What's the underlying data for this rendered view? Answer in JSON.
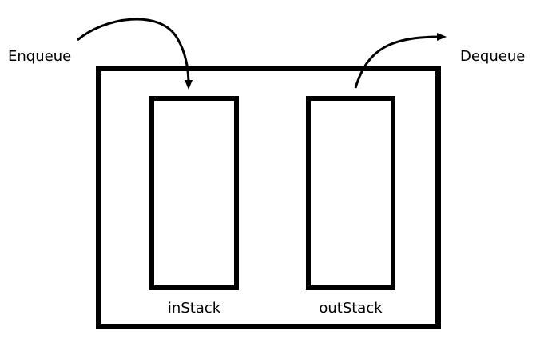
{
  "diagram": {
    "enqueue_label": "Enqueue",
    "dequeue_label": "Dequeue",
    "in_stack_label": "inStack",
    "out_stack_label": "outStack"
  },
  "colors": {
    "stroke": "#000000",
    "background": "#ffffff"
  }
}
